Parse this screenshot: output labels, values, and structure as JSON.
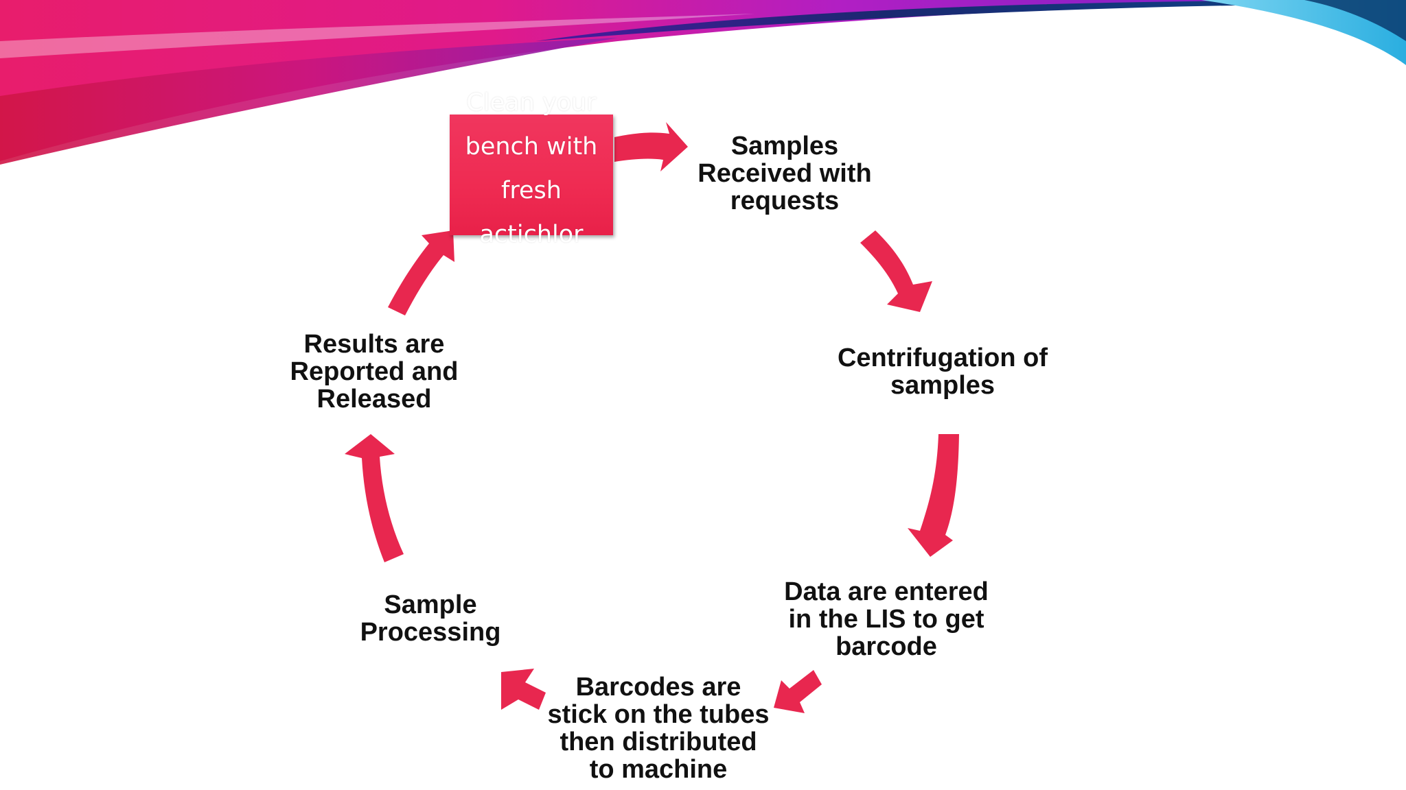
{
  "colors": {
    "arrow": "#e8274f",
    "box": "#ef2b52",
    "text": "#111111",
    "swoosh_magenta": "#e01a8a",
    "swoosh_purple": "#8a1fd0",
    "swoosh_navy": "#1a2870",
    "swoosh_cyan": "#35b7e6"
  },
  "diagram": {
    "start_box": "Clean your\nbench with\nfresh\nactichlor",
    "steps": [
      "Samples\nReceived with\nrequests",
      "Centrifugation of\nsamples",
      "Data are entered\nin the LIS to get\nbarcode",
      "Barcodes are\nstick on the tubes\nthen distributed\nto machine",
      "Sample\nProcessing",
      "Results are\nReported and\nReleased"
    ]
  }
}
